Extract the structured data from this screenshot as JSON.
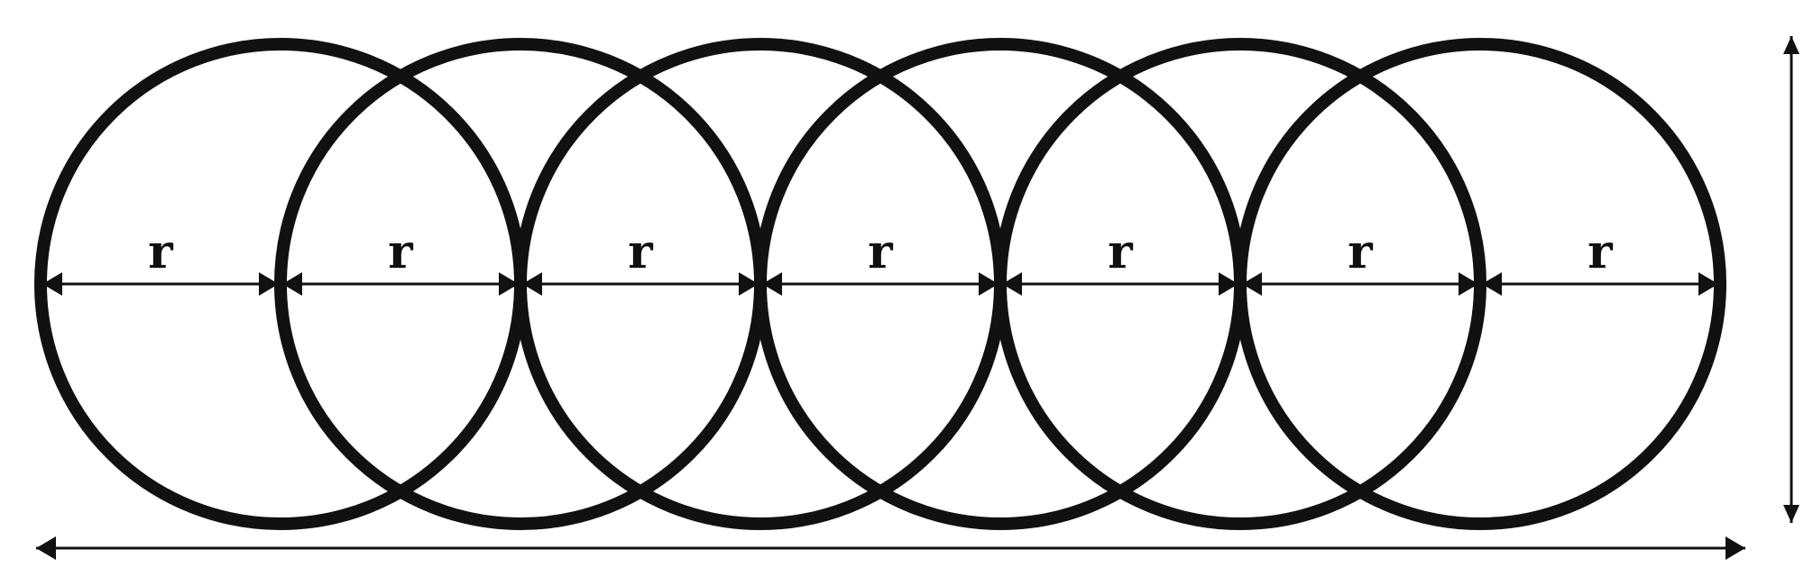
{
  "diagram": {
    "circle_count": 6,
    "segment_label": "r",
    "segment_count": 7,
    "stroke_color": "#111111",
    "background_color": "#ffffff"
  }
}
